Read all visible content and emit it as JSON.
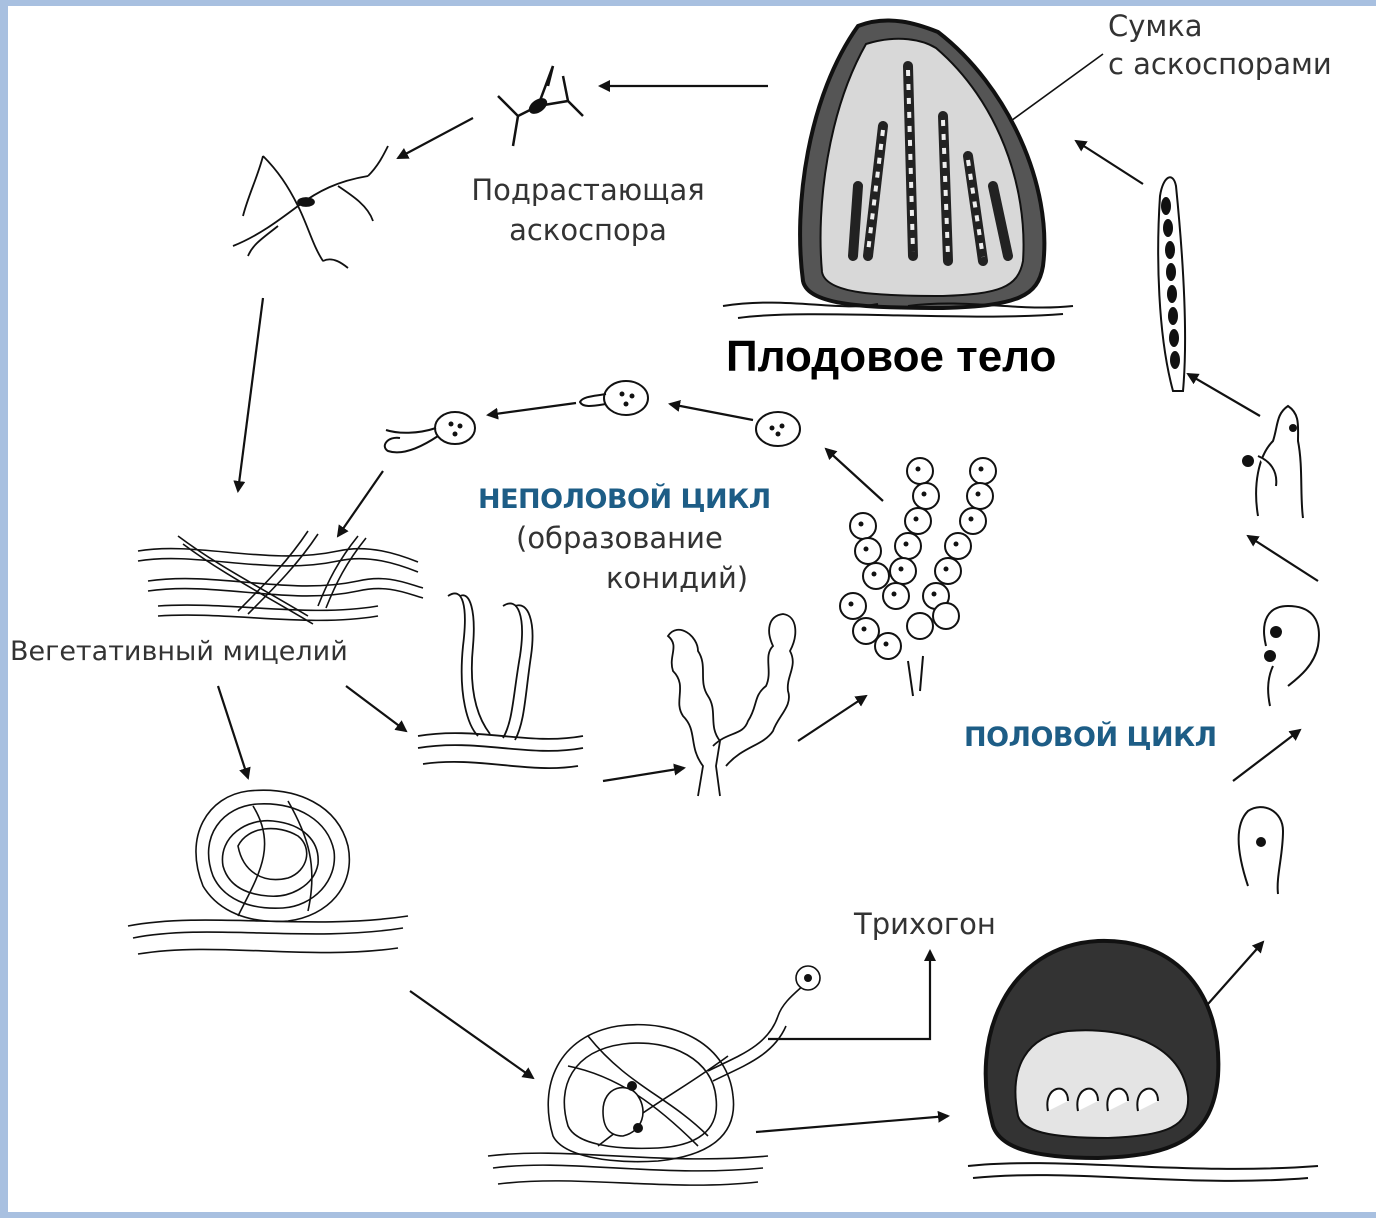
{
  "labels": {
    "ascus_with_ascospores_line1": "Сумка",
    "ascus_with_ascospores_line2": "с аскоспорами",
    "growing_ascospore_line1": "Подрастающая",
    "growing_ascospore_line2": "аскоспора",
    "fruiting_body": "Плодовое тело",
    "asexual_cycle": "НЕПОЛОВОЙ ЦИКЛ",
    "asexual_note_line1": "(образование",
    "asexual_note_line2": "конидий)",
    "vegetative_mycelium": "Вегетативный мицелий",
    "sexual_cycle": "ПОЛОВОЙ ЦИКЛ",
    "trichogyne": "Трихогон"
  },
  "colors": {
    "frame": "#a8c0e0",
    "accent_blue": "#1d5d86",
    "ink": "#111111"
  }
}
